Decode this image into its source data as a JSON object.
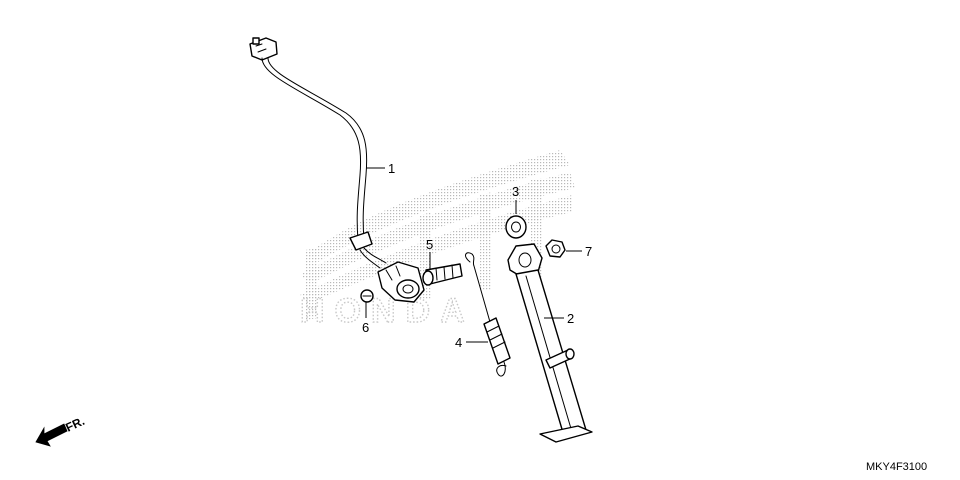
{
  "callouts": [
    {
      "id": "1",
      "part": "side-stand-switch"
    },
    {
      "id": "2",
      "part": "side-stand"
    },
    {
      "id": "3",
      "part": "washer"
    },
    {
      "id": "4",
      "part": "spring"
    },
    {
      "id": "5",
      "part": "pivot-bolt"
    },
    {
      "id": "6",
      "part": "bolt"
    },
    {
      "id": "7",
      "part": "nut"
    }
  ],
  "watermark": {
    "text": "HONDA",
    "color": "#c8c8c8"
  },
  "direction": {
    "label": "FR."
  },
  "diagram_code": "MKY4F3100"
}
